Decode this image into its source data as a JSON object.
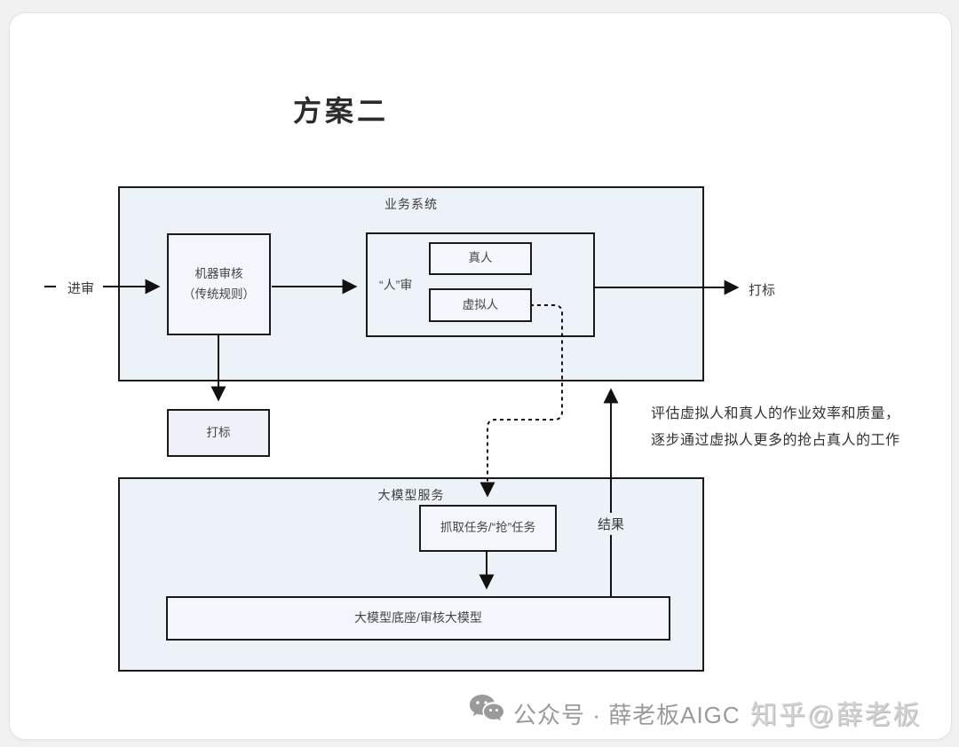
{
  "page": {
    "title": "方案二"
  },
  "diagram": {
    "business_system": {
      "label": "业务系统",
      "machine_review": {
        "line1": "机器审核",
        "line2": "（传统规则）"
      },
      "human_review": {
        "label": "“人”审",
        "real_person": "真人",
        "virtual_person": "虚拟人"
      }
    },
    "flow_labels": {
      "enter_review": "进审",
      "mark_out": "打标",
      "result": "结果"
    },
    "mark_box": "打标",
    "model_service": {
      "label": "大模型服务",
      "grab_task": "抓取任务/“抢”任务",
      "model_base": "大模型底座/审核大模型"
    },
    "annotation": {
      "line1": "评估虚拟人和真人的作业效率和质量，",
      "line2": "逐步通过虚拟人更多的抢占真人的工作"
    }
  },
  "footer": {
    "wechat_icon": "wechat-icon",
    "account_text": "公众号 · 薛老板AIGC",
    "watermark": "知乎@薛老板"
  },
  "colors": {
    "big_box_fill": "#edf1f8",
    "inner_box_fill": "#f3f6fc",
    "border": "#1a1a1a",
    "arrow": "#111111",
    "footer_text": "#9a9a9a"
  }
}
